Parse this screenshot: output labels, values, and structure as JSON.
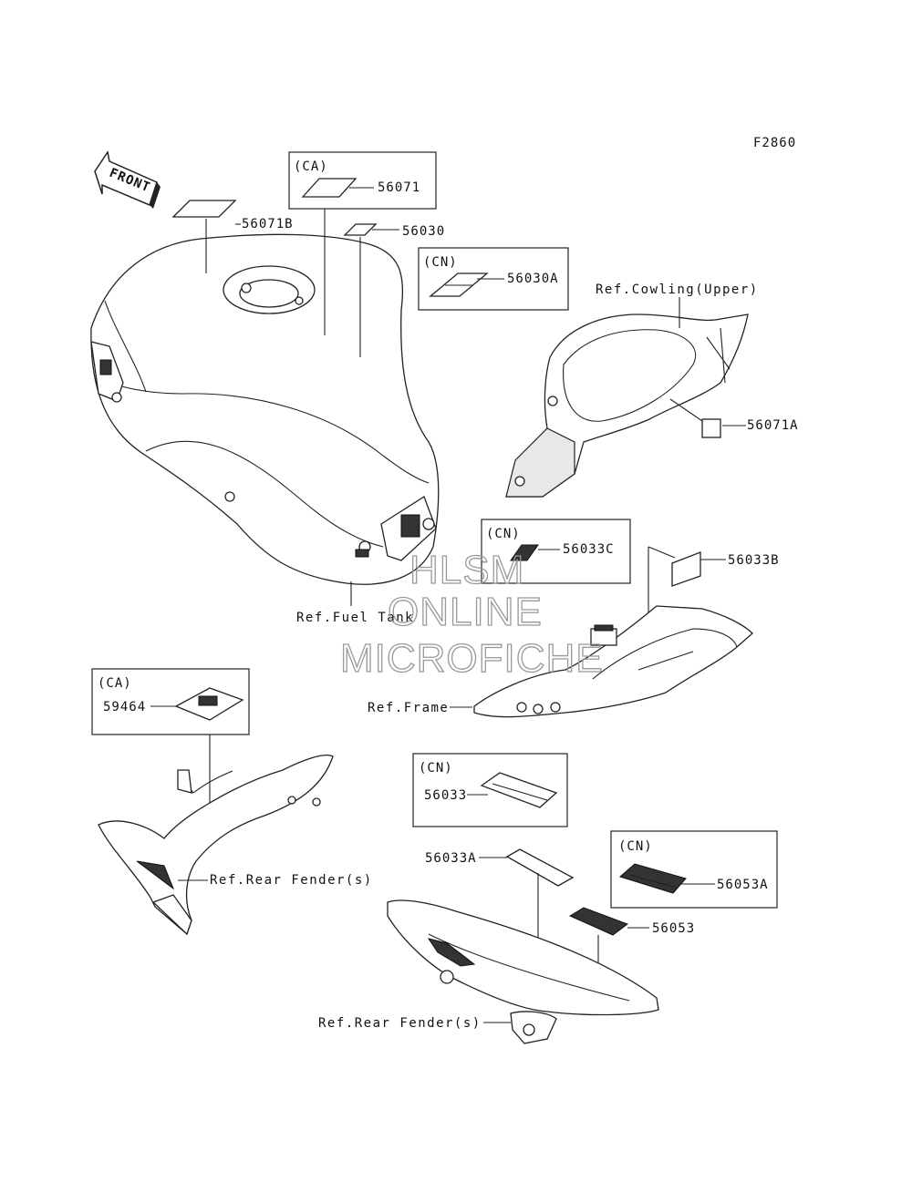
{
  "figure_code": "F2860",
  "front_arrow_label": "FRONT",
  "region_codes": {
    "top_center": "(CA)",
    "cn_56030A": "(CN)",
    "cn_56033C": "(CN)",
    "ca_59464": "(CA)",
    "cn_56033": "(CN)",
    "cn_56053A": "(CN)"
  },
  "part_numbers": {
    "p56071B": "56071B",
    "p56071": "56071",
    "p56030": "56030",
    "p56030A": "56030A",
    "p56071A": "56071A",
    "p56033C": "56033C",
    "p56033B": "56033B",
    "p59464": "59464",
    "p56033": "56033",
    "p56033A": "56033A",
    "p56053A": "56053A",
    "p56053": "56053"
  },
  "references": {
    "cowling": "Ref.Cowling(Upper)",
    "fuel_tank": "Ref.Fuel Tank",
    "frame": "Ref.Frame",
    "rear_fender_1": "Ref.Rear Fender(s)",
    "rear_fender_2": "Ref.Rear Fender(s)"
  },
  "watermark": {
    "line1": "HLSM",
    "line2": "ONLINE",
    "line3": "MICROFICHE"
  }
}
